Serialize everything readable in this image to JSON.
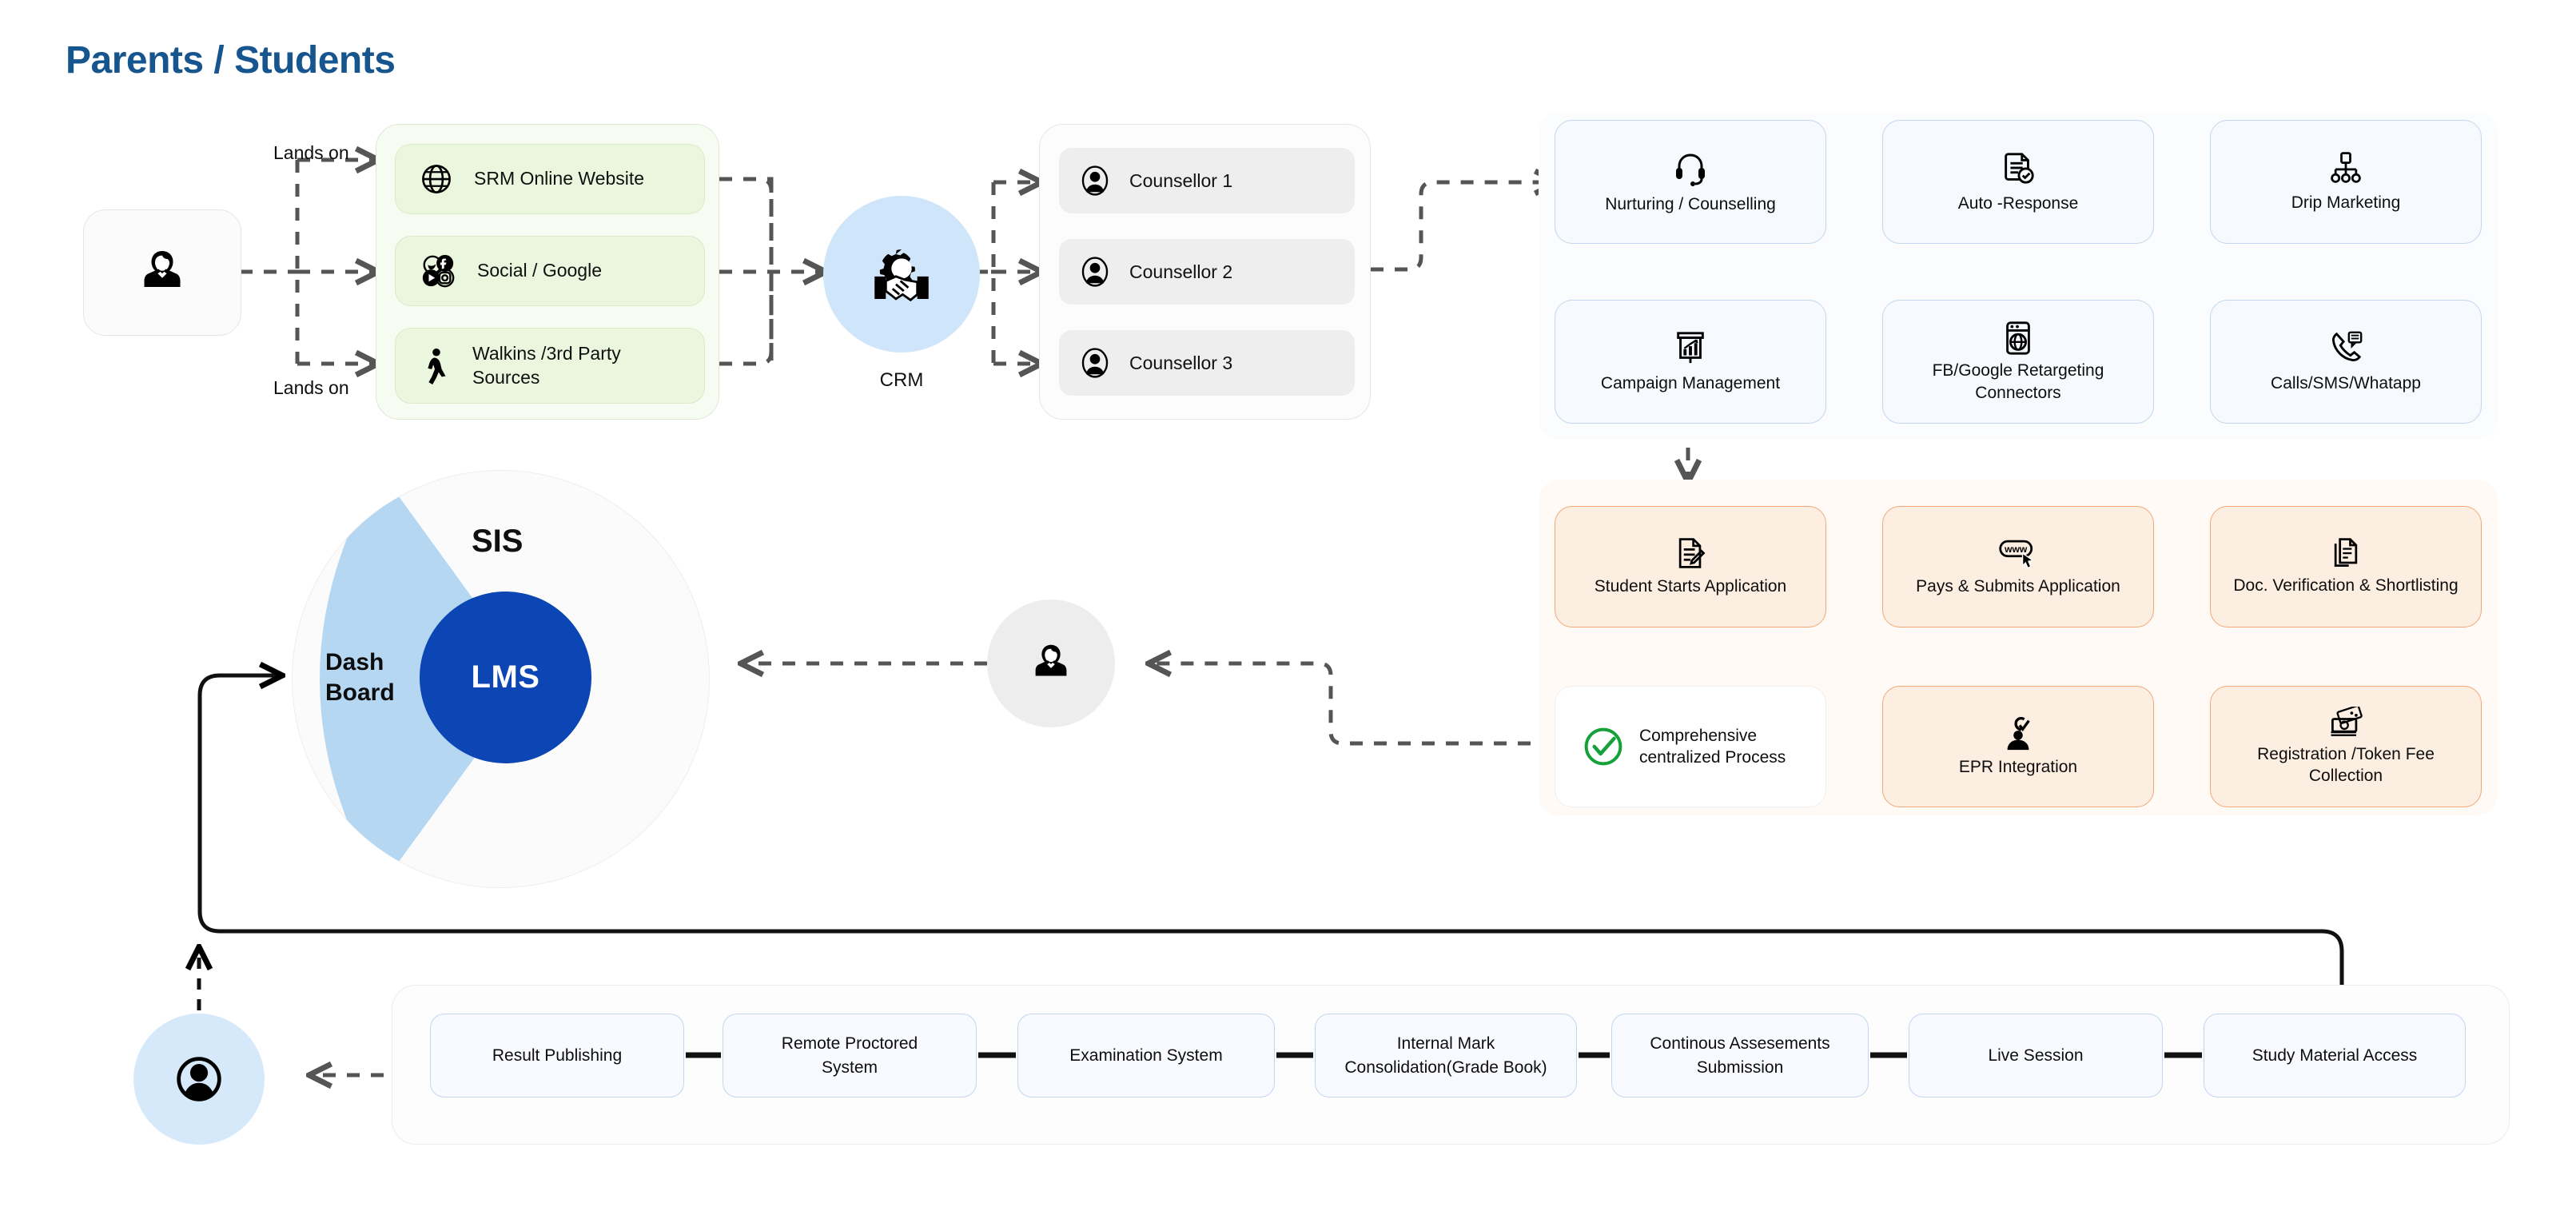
{
  "title": "Parents / Students",
  "brand_color": "#17558f",
  "labels": {
    "lands_on_top": "Lands on",
    "lands_on_bottom": "Lands on",
    "crm": "CRM"
  },
  "sources": {
    "items": [
      {
        "label": "SRM Online Website",
        "icon": "globe-icon"
      },
      {
        "label": "Social / Google",
        "icon": "social-cluster-icon"
      },
      {
        "label": "Walkins /3rd Party Sources",
        "icon": "walking-person-icon"
      }
    ]
  },
  "counsellors": {
    "items": [
      {
        "label": "Counsellor 1",
        "icon": "person-circle-icon"
      },
      {
        "label": "Counsellor 2",
        "icon": "person-circle-icon"
      },
      {
        "label": "Counsellor 3",
        "icon": "person-circle-icon"
      }
    ]
  },
  "marketing": {
    "items": [
      {
        "label": "Nurturing / Counselling",
        "icon": "headset-icon"
      },
      {
        "label": "Auto -Response",
        "icon": "document-check-icon"
      },
      {
        "label": "Drip Marketing",
        "icon": "hierarchy-icon"
      },
      {
        "label": "Calls/SMS/Whatapp",
        "icon": "phone-chat-icon"
      },
      {
        "label": "FB/Google Retargeting Connectors",
        "icon": "browser-globe-icon"
      },
      {
        "label": "Campaign Management",
        "icon": "presentation-chart-icon"
      }
    ]
  },
  "admissions": {
    "items": [
      {
        "label": "Student Starts Application",
        "icon": "document-edit-icon"
      },
      {
        "label": "Pays & Submits Application",
        "icon": "www-cursor-icon"
      },
      {
        "label": "Doc. Verification & Shortlisting",
        "icon": "documents-stack-icon"
      },
      {
        "label": "Registration /Token Fee Collection",
        "icon": "cash-icon"
      },
      {
        "label": "EPR Integration",
        "icon": "erp-check-icon"
      },
      {
        "label": "Comprehensive centralized Process",
        "icon": "green-check-circle-icon"
      }
    ]
  },
  "sis": {
    "outer_label": "SIS",
    "dashboard_label": "Dash Board",
    "lms_label": "LMS",
    "lms_color": "#0c45b4",
    "dashboard_color": "#b6d7f2"
  },
  "lms_systems": {
    "items": [
      {
        "label": "Result Publishing"
      },
      {
        "label": "Remote Proctored System"
      },
      {
        "label": "Examination System"
      },
      {
        "label": "Internal Mark Consolidation(Grade Book)"
      },
      {
        "label": "Continous Assesements Submission"
      },
      {
        "label": "Live Session"
      },
      {
        "label": "Study Material Access"
      }
    ]
  },
  "actors": {
    "entry_user": "person-in-suit-icon",
    "mid_user": "person-in-suit-icon",
    "student_user": "person-avatar-icon"
  }
}
